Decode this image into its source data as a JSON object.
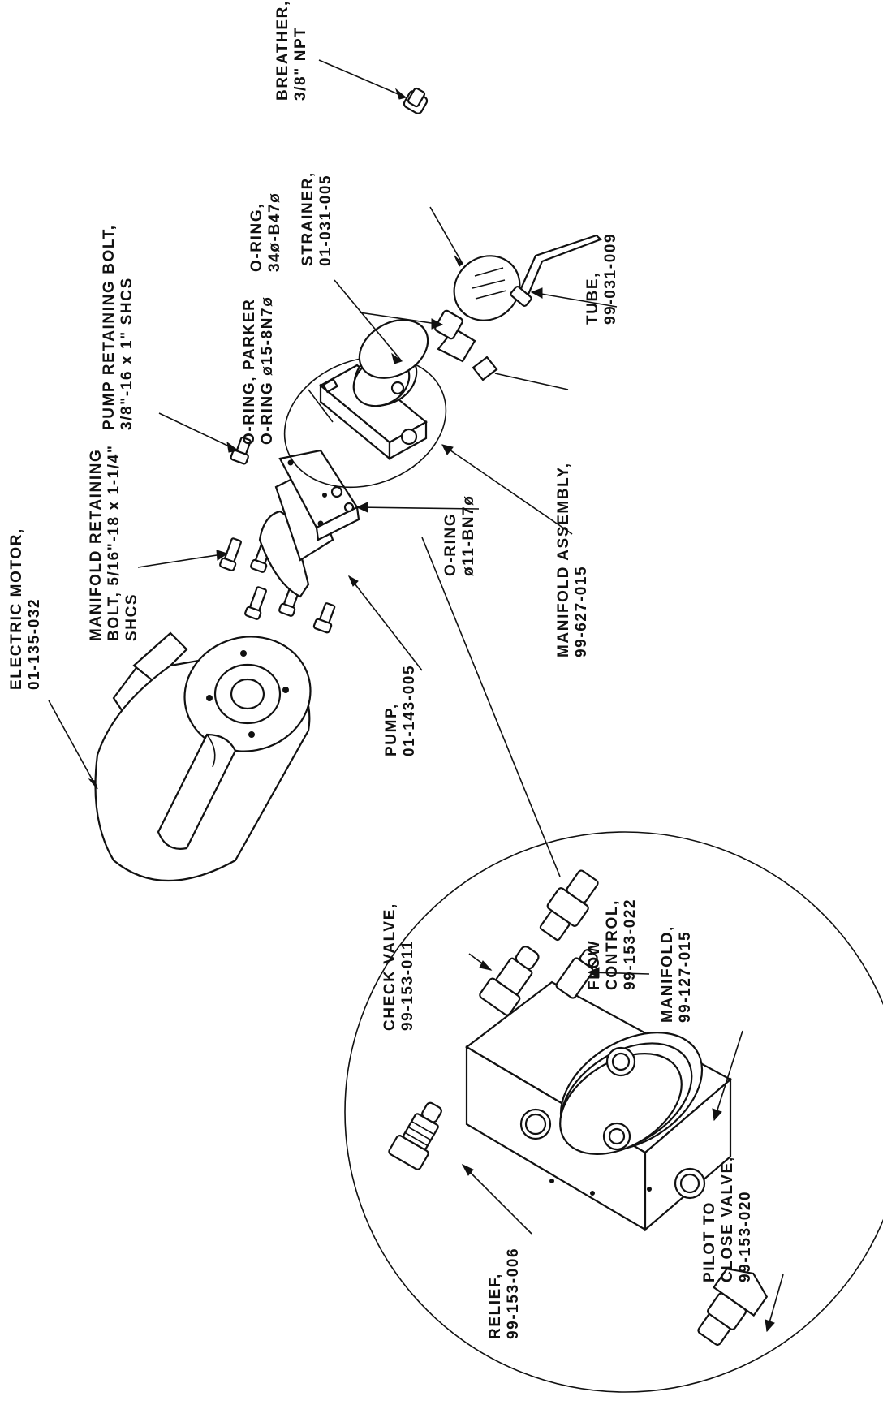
{
  "colors": {
    "ink": "#111111",
    "paper": "#ffffff"
  },
  "labels": {
    "breather": [
      "BREATHER,",
      "3/8\" NPT"
    ],
    "strainer": [
      "STRAINER,",
      "01-031-005"
    ],
    "oring_34": [
      "O-RING,",
      "34ø-B47ø"
    ],
    "pump_bolt": [
      "PUMP RETAINING BOLT,",
      "3/8\"-16 x 1\" SHCS"
    ],
    "oring_parker": [
      "O-RING, PARKER",
      "O-RING  ø15-8N7ø"
    ],
    "manifold_bolt": [
      "MANIFOLD RETAINING",
      "BOLT, 5/16\"-18 x 1-1/4\"",
      "SHCS"
    ],
    "motor": [
      "ELECTRIC MOTOR,",
      "01-135-032"
    ],
    "tube": [
      "TUBE,",
      "99-031-009"
    ],
    "oring_11": [
      "O-RING",
      "ø11-BN7ø"
    ],
    "manifold_asm": [
      "MANIFOLD  ASSEMBLY,",
      "99-627-015"
    ],
    "pump": [
      "PUMP,",
      "01-143-005"
    ],
    "flow_control": [
      "FLOW",
      "CONTROL,",
      "99-153-022"
    ],
    "manifold": [
      "MANIFOLD,",
      "99-127-015"
    ],
    "check_valve": [
      "CHECK VALVE,",
      "99-153-011"
    ],
    "pilot_valve": [
      "PILOT TO",
      "CLOSE VALVE,",
      "99-153-020"
    ],
    "relief": [
      "RELIEF,",
      "99-153-006"
    ]
  }
}
